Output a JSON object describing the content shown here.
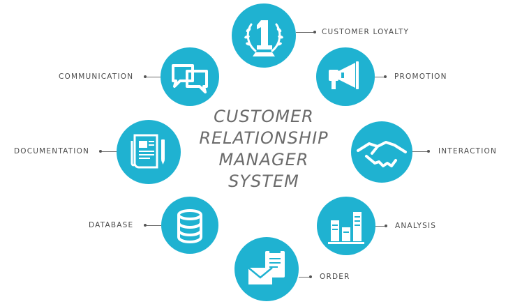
{
  "diagram": {
    "title_lines": [
      "CUSTOMER",
      "RELATIONSHIP",
      "MANAGER",
      "SYSTEM"
    ],
    "accent_color": "#1fb2d1",
    "nodes": [
      {
        "id": "customer-loyalty",
        "label": "CUSTOMER LOYALTY",
        "icon": "laurel-number-one-icon"
      },
      {
        "id": "promotion",
        "label": "PROMOTION",
        "icon": "megaphone-icon"
      },
      {
        "id": "interaction",
        "label": "INTERACTION",
        "icon": "handshake-icon"
      },
      {
        "id": "analysis",
        "label": "ANALYSIS",
        "icon": "bar-chart-icon"
      },
      {
        "id": "order",
        "label": "ORDER",
        "icon": "envelope-clipboard-icon"
      },
      {
        "id": "database",
        "label": "DATABASE",
        "icon": "database-icon"
      },
      {
        "id": "documentation",
        "label": "DOCUMENTATION",
        "icon": "document-pen-icon"
      },
      {
        "id": "communication",
        "label": "COMMUNICATION",
        "icon": "chat-bubbles-icon"
      }
    ]
  }
}
